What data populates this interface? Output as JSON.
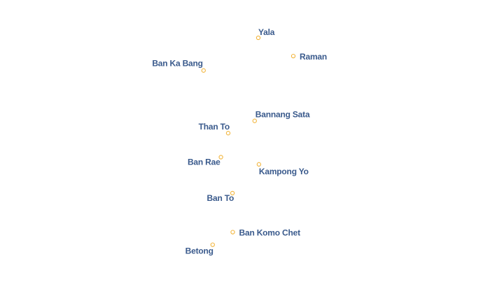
{
  "map": {
    "label_color": "#3a5a8c",
    "marker_stroke": "#f2b53c",
    "marker_fill": "#ffffff",
    "places": [
      {
        "name": "Yala",
        "lon": 101.281,
        "lat": 6.541
      },
      {
        "name": "Raman",
        "lon": 101.396,
        "lat": 6.48
      },
      {
        "name": "Ban Ka Bang",
        "lon": 101.101,
        "lat": 6.432
      },
      {
        "name": "Bannang Sata",
        "lon": 101.269,
        "lat": 6.264
      },
      {
        "name": "Than To",
        "lon": 101.182,
        "lat": 6.223
      },
      {
        "name": "Ban Rae",
        "lon": 101.158,
        "lat": 6.143
      },
      {
        "name": "Kampong Yo",
        "lon": 101.283,
        "lat": 6.119
      },
      {
        "name": "Ban To",
        "lon": 101.196,
        "lat": 6.023
      },
      {
        "name": "Ban Komo Chet",
        "lon": 101.197,
        "lat": 5.893
      },
      {
        "name": "Betong",
        "lon": 101.131,
        "lat": 5.851
      }
    ]
  }
}
